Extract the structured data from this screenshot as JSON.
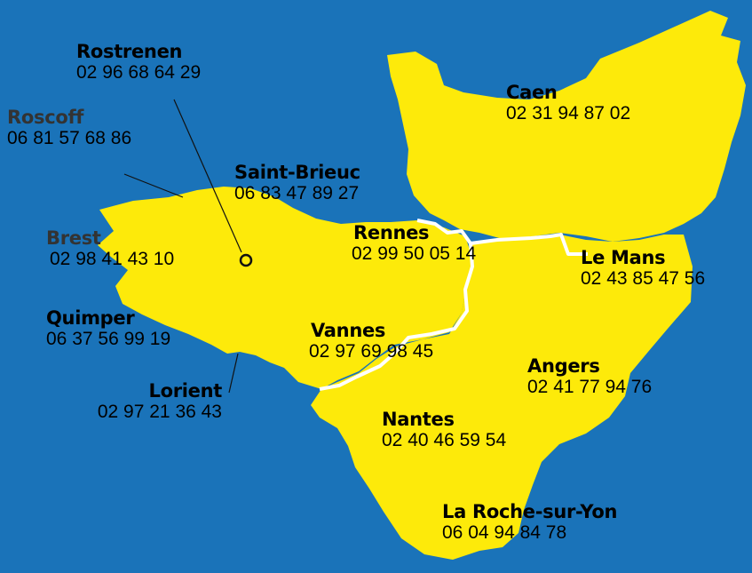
{
  "colors": {
    "sea": "#1a73b9",
    "land": "#fdea0a",
    "border": "#ffffff",
    "text": "#111111",
    "text_muted": "#333333",
    "leader": "#111111"
  },
  "cities": [
    {
      "id": "rostrenen",
      "name": "Rostrenen",
      "phone": "02 96 68 64 29"
    },
    {
      "id": "roscoff",
      "name": "Roscoff",
      "phone": "06 81 57 68 86"
    },
    {
      "id": "brest",
      "name": "Brest",
      "phone": "02 98 41 43 10"
    },
    {
      "id": "quimper",
      "name": "Quimper",
      "phone": "06 37 56 99 19"
    },
    {
      "id": "lorient",
      "name": "Lorient",
      "phone": "02 97 21 36 43"
    },
    {
      "id": "saint-brieuc",
      "name": "Saint-Brieuc",
      "phone": "06 83 47 89 27"
    },
    {
      "id": "rennes",
      "name": "Rennes",
      "phone": "02 99 50 05 14"
    },
    {
      "id": "vannes",
      "name": "Vannes",
      "phone": "02 97 69 98 45"
    },
    {
      "id": "nantes",
      "name": "Nantes",
      "phone": "02 40 46 59 54"
    },
    {
      "id": "caen",
      "name": "Caen",
      "phone": "02 31 94 87 02"
    },
    {
      "id": "le-mans",
      "name": "Le Mans",
      "phone": "02 43 85 47 56"
    },
    {
      "id": "angers",
      "name": "Angers",
      "phone": "02 41 77 94 76"
    },
    {
      "id": "la-roche-sur-yon",
      "name": "La Roche-sur-Yon",
      "phone": "06 04 94 84 78"
    }
  ]
}
